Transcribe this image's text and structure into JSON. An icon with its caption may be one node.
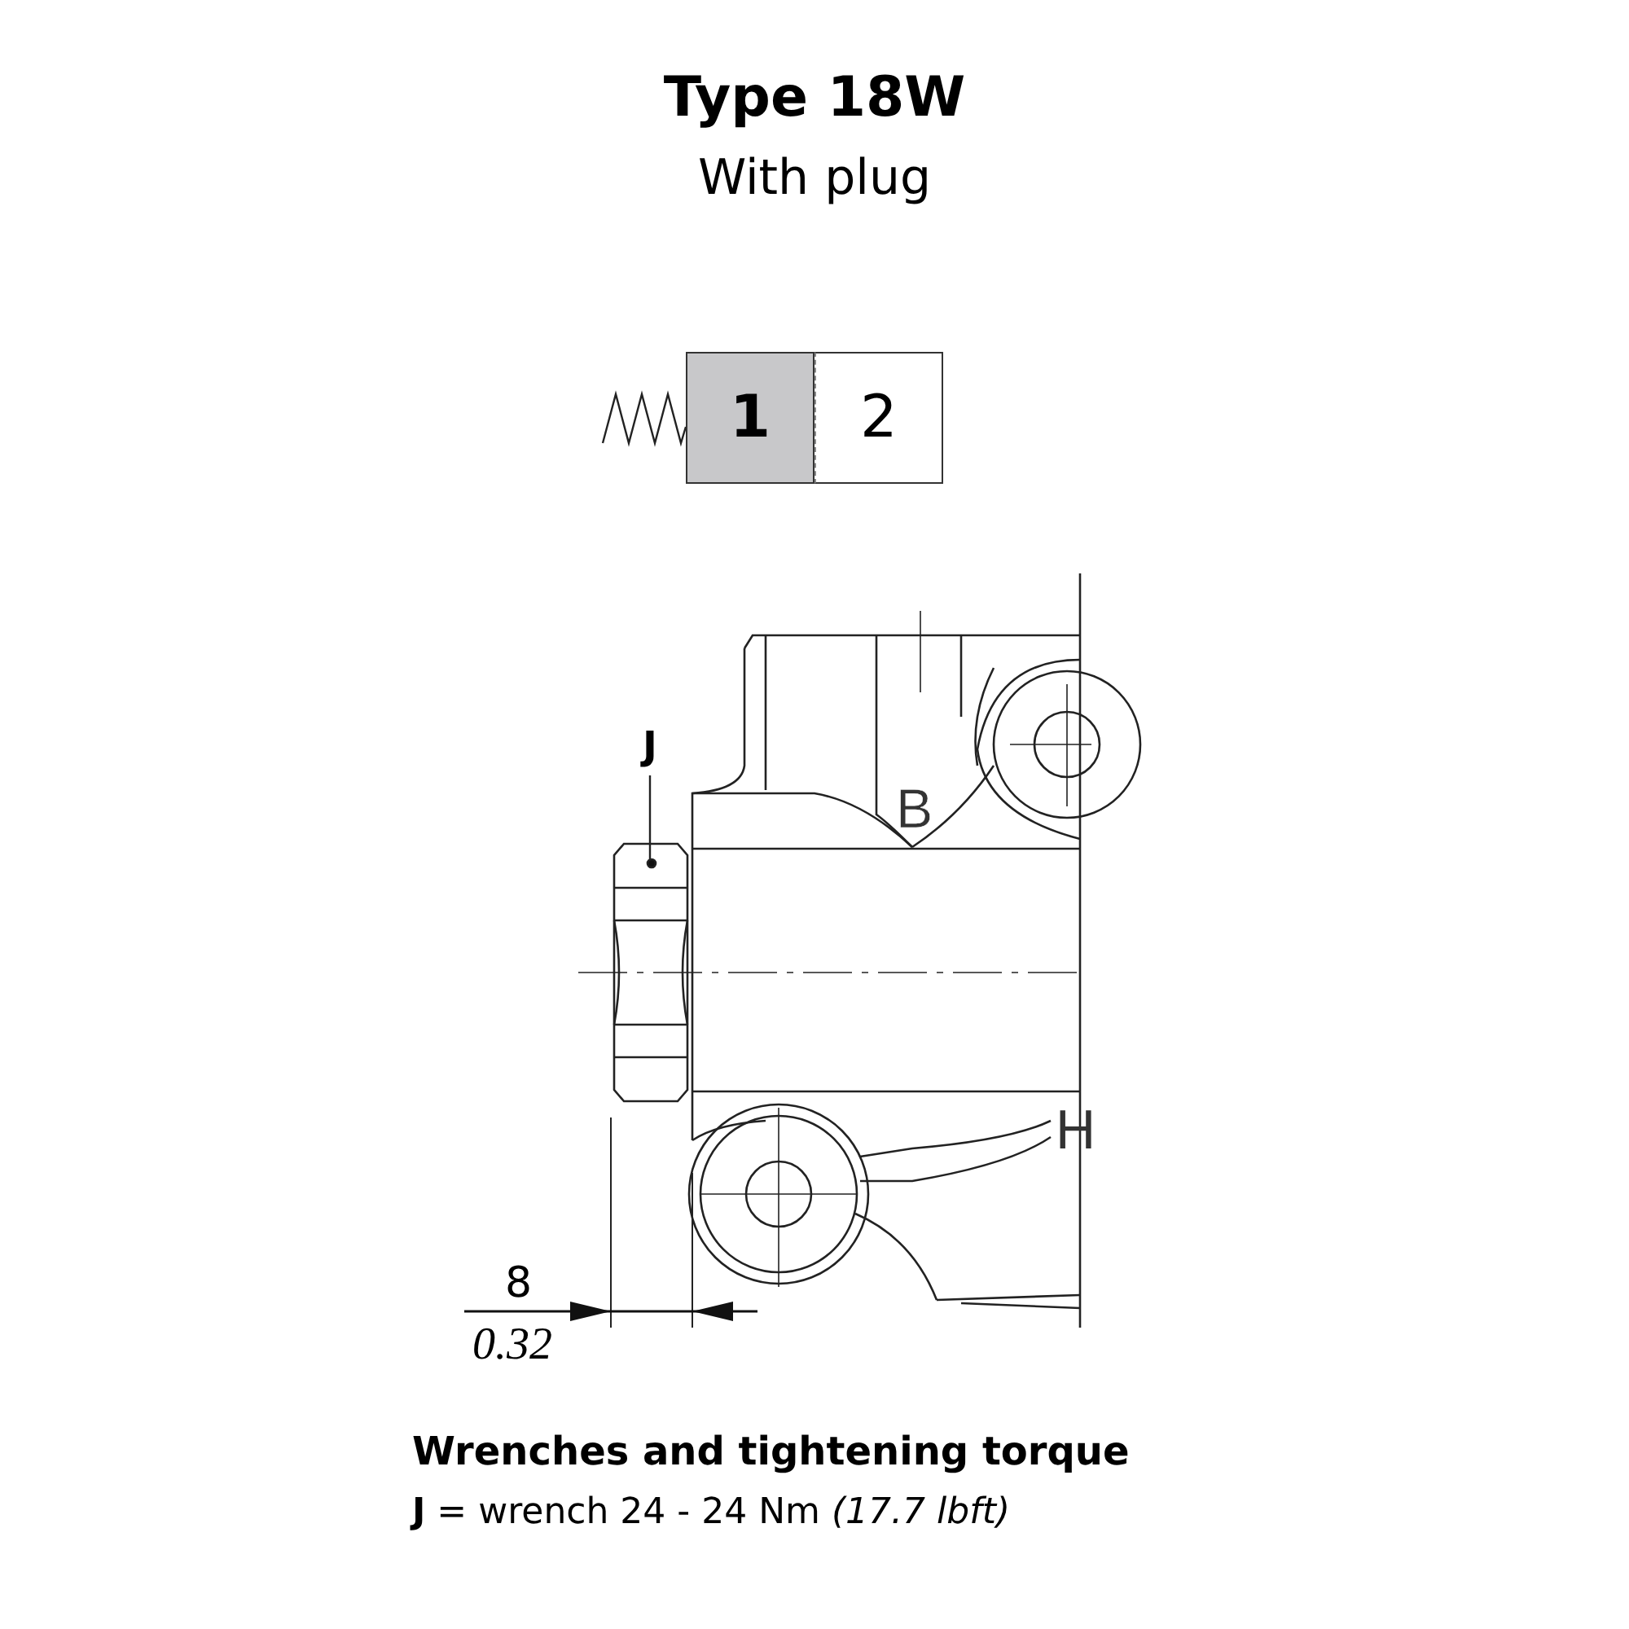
{
  "diagram": {
    "title": "Type 18W",
    "nodes": [
      {
        "text": [
          "1"
        ]
      },
      {
        "text": [
          "2"
        ]
      },
      {
        "text": [
          "J"
        ]
      },
      {
        "text": [],
        "shape": "picture"
      }
    ],
    "edges": [
      {
        "from": 2,
        "to": 3,
        "arrow": "none"
      }
    ],
    "labels": [
      "With plug",
      "B",
      "H",
      "8",
      "0.32",
      "Wrenches and tightening torque",
      "**J** = wrench 24 - 24 Nm *(17.7 lbft)*"
    ]
  }
}
